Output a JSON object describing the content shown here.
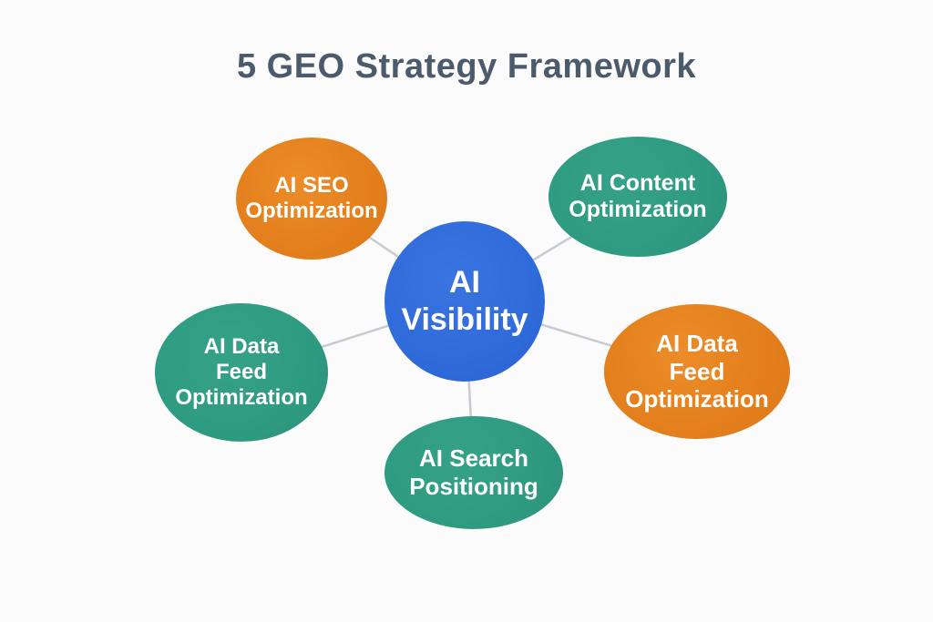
{
  "title": "5 GEO Strategy Framework",
  "colors": {
    "background": "#FBFBFC",
    "title_text": "#4C5B6C",
    "connector": "#C6CBD2",
    "node_text": "#FFFFFF",
    "orange": "#E27E1B",
    "teal": "#2E9A80",
    "blue": "#2F6AD9"
  },
  "hub": {
    "label": "AI\nVisibility",
    "color": "#2F6AD9"
  },
  "nodes": [
    {
      "id": "ai-seo-optimization",
      "label": "AI SEO\nOptimization",
      "color": "#E27E1B",
      "position": "top-left"
    },
    {
      "id": "ai-content-optimization",
      "label": "AI Content\nOptimization",
      "color": "#2E9A80",
      "position": "top-right"
    },
    {
      "id": "ai-data-feed-optimization-left",
      "label": "AI Data\nFeed\nOptimization",
      "color": "#2E9A80",
      "position": "left"
    },
    {
      "id": "ai-data-feed-optimization-right",
      "label": "AI Data\nFeed\nOptimization",
      "color": "#E27E1B",
      "position": "right"
    },
    {
      "id": "ai-search-positioning",
      "label": "AI Search\nPositioning",
      "color": "#2E9A80",
      "position": "bottom"
    }
  ],
  "connections": [
    {
      "from": "ai-visibility",
      "to": "ai-seo-optimization"
    },
    {
      "from": "ai-visibility",
      "to": "ai-content-optimization"
    },
    {
      "from": "ai-visibility",
      "to": "ai-data-feed-optimization-left"
    },
    {
      "from": "ai-visibility",
      "to": "ai-data-feed-optimization-right"
    },
    {
      "from": "ai-visibility",
      "to": "ai-search-positioning"
    }
  ]
}
